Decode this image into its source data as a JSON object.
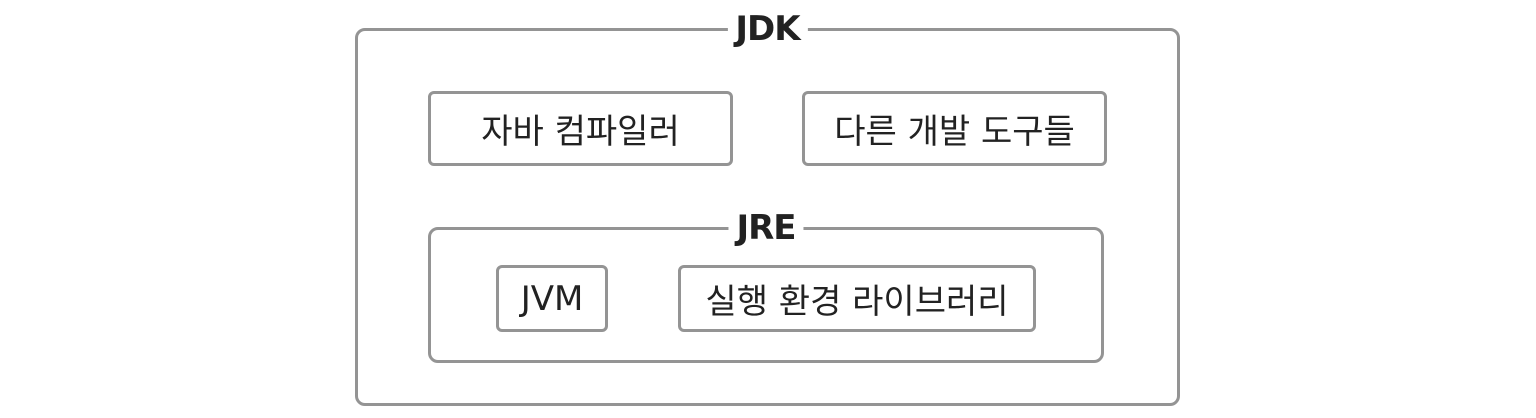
{
  "jdk": {
    "title": "JDK",
    "compiler_label": "자바 컴파일러",
    "tools_label": "다른 개발 도구들"
  },
  "jre": {
    "title": "JRE",
    "jvm_label": "JVM",
    "libs_label": "실행 환경 라이브러리"
  },
  "colors": {
    "border": "#949494",
    "text": "#222222",
    "background": "#ffffff"
  }
}
